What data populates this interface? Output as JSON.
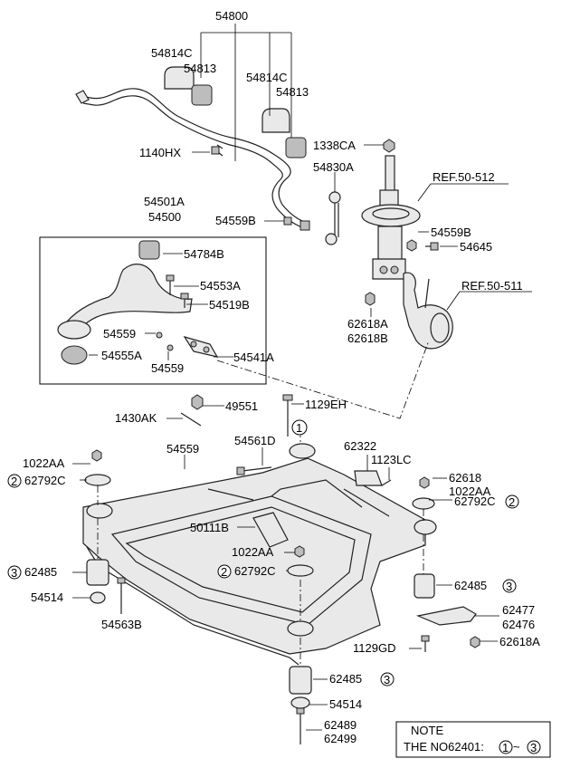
{
  "labels": {
    "p54800": "54800",
    "p54814c_a": "54814C",
    "p54813_a": "54813",
    "p54814c_b": "54814C",
    "p54813_b": "54813",
    "p1140hx": "1140HX",
    "p1338ca": "1338CA",
    "p54830a": "54830A",
    "ref512": "REF.50-512",
    "p54501a": "54501A",
    "p54500": "54500",
    "p54559b_a": "54559B",
    "p54559b_b": "54559B",
    "p54645": "54645",
    "p54784b": "54784B",
    "p54553a": "54553A",
    "ref511": "REF.50-511",
    "p54519b": "54519B",
    "p62618a_a": "62618A",
    "p62618b": "62618B",
    "p54559_a": "54559",
    "p54555a": "54555A",
    "p54559_b": "54559",
    "p54541a": "54541A",
    "p49551": "49551",
    "p1129eh": "1129EH",
    "p1430ak": "1430AK",
    "p54559_c": "54559",
    "p54561d": "54561D",
    "p62322": "62322",
    "p1022aa_a": "1022AA",
    "p1123lc": "1123LC",
    "p62792c_a": "62792C",
    "p62618": "62618",
    "p1022aa_b": "1022AA",
    "p62792c_b": "62792C",
    "p50111b": "50111B",
    "p1022aa_c": "1022AA",
    "p62485_a": "62485",
    "p62792c_c": "62792C",
    "p62485_b": "62485",
    "p54514_a": "54514",
    "p62477": "62477",
    "p62476": "62476",
    "p54563b": "54563B",
    "p62618a_b": "62618A",
    "p1129gd": "1129GD",
    "p62485_c": "62485",
    "p54514_b": "54514",
    "p62489": "62489",
    "p62499": "62499"
  },
  "callouts": {
    "c1": "1",
    "c2a": "2",
    "c2b": "2",
    "c2c": "2",
    "c3a": "3",
    "c3b": "3",
    "c3c": "3"
  },
  "note": {
    "title": "NOTE",
    "text": "THE NO62401:",
    "range_start": "1",
    "range_sep": "~",
    "range_end": "3"
  }
}
